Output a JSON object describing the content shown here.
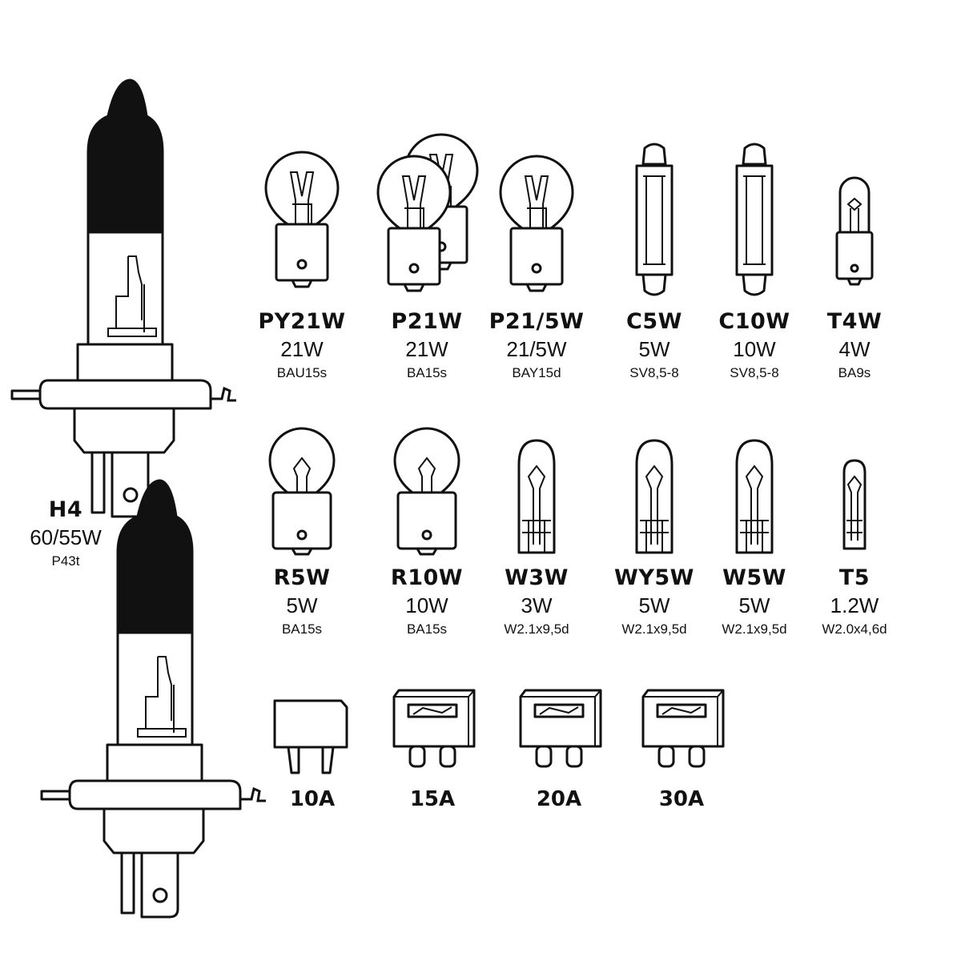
{
  "headlamp": {
    "name": "H4",
    "watt": "60/55W",
    "base": "P43t"
  },
  "bulbs_row1": [
    {
      "name": "PY21W",
      "watt": "21W",
      "base": "BAU15s"
    },
    {
      "name": "P21W",
      "watt": "21W",
      "base": "BA15s"
    },
    {
      "name": "P21/5W",
      "watt": "21/5W",
      "base": "BAY15d"
    },
    {
      "name": "C5W",
      "watt": "5W",
      "base": "SV8,5-8"
    },
    {
      "name": "C10W",
      "watt": "10W",
      "base": "SV8,5-8"
    },
    {
      "name": "T4W",
      "watt": "4W",
      "base": "BA9s"
    }
  ],
  "bulbs_row2": [
    {
      "name": "R5W",
      "watt": "5W",
      "base": "BA15s"
    },
    {
      "name": "R10W",
      "watt": "10W",
      "base": "BA15s"
    },
    {
      "name": "W3W",
      "watt": "3W",
      "base": "W2.1x9,5d"
    },
    {
      "name": "WY5W",
      "watt": "5W",
      "base": "W2.1x9,5d"
    },
    {
      "name": "W5W",
      "watt": "5W",
      "base": "W2.1x9,5d"
    },
    {
      "name": "T5",
      "watt": "1.2W",
      "base": "W2.0x4,6d"
    }
  ],
  "fuses": [
    {
      "name": "10A"
    },
    {
      "name": "15A"
    },
    {
      "name": "20A"
    },
    {
      "name": "30A"
    }
  ]
}
